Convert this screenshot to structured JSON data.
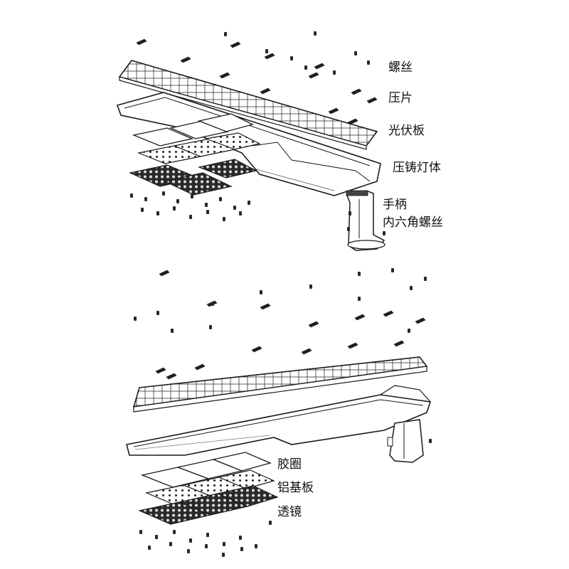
{
  "top_labels": {
    "screw": "螺丝",
    "pressing_plate": "压片",
    "solar_panel": "光伏板",
    "die_cast_body": "压铸灯体",
    "handle": "手柄",
    "hex_screw": "内六角螺丝"
  },
  "bottom_labels": {
    "gasket": "胶圈",
    "aluminum_substrate": "铝基板",
    "lens": "透镜"
  },
  "colors": {
    "line": "#1a1a1a",
    "fill": "#ffffff",
    "dark": "#222222"
  }
}
